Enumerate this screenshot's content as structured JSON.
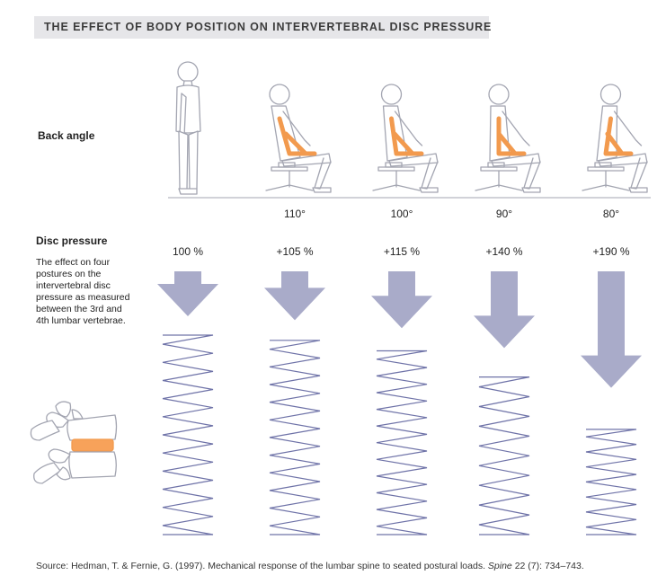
{
  "title": "THE EFFECT OF BODY POSITION ON INTERVERTEBRAL DISC PRESSURE",
  "labels": {
    "back_angle": "Back angle",
    "disc_pressure": "Disc pressure",
    "description_lines": [
      "The effect on four",
      "postures on the",
      "intervertebral disc",
      "pressure as measured",
      "between the 3rd and",
      "4th lumbar vertebrae."
    ]
  },
  "postures": [
    {
      "posture": "standing",
      "angle": "",
      "pressure": "100 %",
      "pressure_value": 100
    },
    {
      "posture": "seated",
      "angle": "110°",
      "pressure": "+105 %",
      "pressure_value": 105
    },
    {
      "posture": "seated",
      "angle": "100°",
      "pressure": "+115 %",
      "pressure_value": 115
    },
    {
      "posture": "seated",
      "angle": "90°",
      "pressure": "+140 %",
      "pressure_value": 140
    },
    {
      "posture": "seated",
      "angle": "80°",
      "pressure": "+190 %",
      "pressure_value": 190
    }
  ],
  "source": {
    "prefix": "Source: Hedman, T. & Fernie, G. (1997). Mechanical response of the lumbar spine to seated postural loads. ",
    "journal": "Spine",
    "suffix": " 22 (7): 734–743."
  },
  "colors": {
    "arrow": "#a9abc9",
    "spring": "#6f73a8",
    "figure_stroke": "#a3a5b1",
    "accent": "#f29a4e",
    "title_bg": "#e6e6e9"
  },
  "icons": [
    "standing-figure-icon",
    "seated-figure-icon",
    "spine-vertebrae-icon"
  ]
}
